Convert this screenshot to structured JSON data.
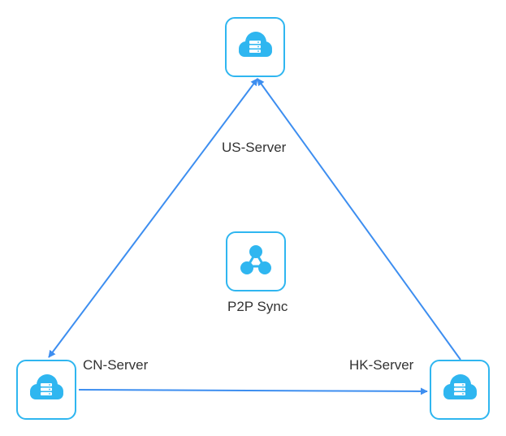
{
  "diagram": {
    "nodes": {
      "us": {
        "label": "US-Server",
        "icon": "cloud-server-icon"
      },
      "cn": {
        "label": "CN-Server",
        "icon": "cloud-server-icon"
      },
      "hk": {
        "label": "HK-Server",
        "icon": "cloud-server-icon"
      },
      "center": {
        "label": "P2P Sync",
        "icon": "share-network-icon"
      }
    },
    "edges": [
      {
        "from": "US-Server",
        "to": "CN-Server",
        "direction": "both"
      },
      {
        "from": "CN-Server",
        "to": "HK-Server",
        "direction": "forward"
      },
      {
        "from": "HK-Server",
        "to": "US-Server",
        "direction": "forward"
      }
    ],
    "colors": {
      "arrow": "#3d8ef0",
      "icon_fill": "#2fb6f0",
      "border": "#2fb6f0"
    }
  }
}
